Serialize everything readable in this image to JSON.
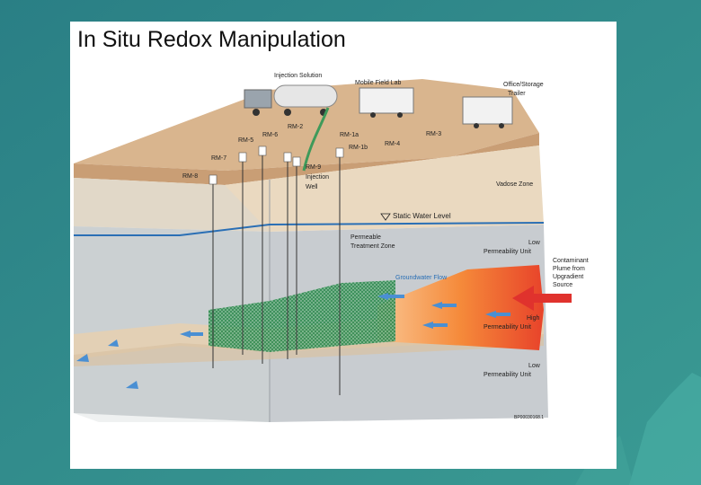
{
  "slide": {
    "title": "In Situ Redox Manipulation"
  },
  "colors": {
    "background_teal": "#2e8a8a",
    "panel": "#ffffff",
    "surface": "#d9b58e",
    "vadose": "#ead9c0",
    "aquifer": "#c6cacd",
    "water_table": "#2a6fb5",
    "treatment_zone": "#3f9a5a",
    "plume": "#f07b2a",
    "groundwater_arrow": "#4a8fd3",
    "contaminant_arrow": "#e0322d"
  },
  "labels": {
    "injection_solution": "Injection Solution",
    "mobile_field_lab": "Mobile Field Lab",
    "office_storage": "Office/Storage",
    "trailer": "Trailer",
    "rm2": "RM-2",
    "rm6": "RM-6",
    "rm5": "RM-5",
    "rm7": "RM-7",
    "rm8": "RM-8",
    "rm1a": "RM-1a",
    "rm1b": "RM-1b",
    "rm4": "RM-4",
    "rm3": "RM-3",
    "rm9": "RM-9",
    "injection": "Injection",
    "well": "Well",
    "vadose_zone": "Vadose Zone",
    "static_water_level": "Static Water Level",
    "permeable": "Permeable",
    "treatment_zone": "Treatment Zone",
    "low_1": "Low",
    "permeability_unit_1": "Permeability Unit",
    "groundwater_flow": "Groundwater Flow",
    "contaminant": "Contaminant",
    "plume_from": "Plume from",
    "upgradient": "Upgradient",
    "source": "Source",
    "high": "High",
    "permeability_unit_2": "Permeability Unit",
    "low_2": "Low",
    "permeability_unit_3": "Permeability Unit",
    "figure_id": "BP00030168.1"
  }
}
